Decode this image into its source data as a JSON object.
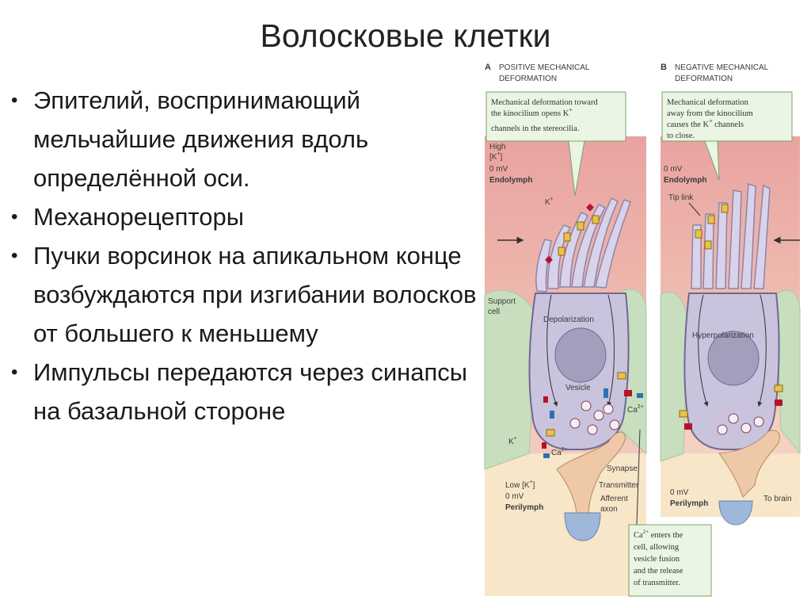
{
  "title": "Волосковые клетки",
  "bullets": [
    "Эпителий, воспринимающий мельчайшие движения вдоль определённой оси.",
    "Механорецепторы",
    "Пучки ворсинок на апикальном конце возбуждаются при изгибании волосков от большего к меньшему",
    "Импульсы передаются через синапсы на базальной стороне"
  ],
  "figure": {
    "panel_a": {
      "letter": "A",
      "heading": [
        "POSITIVE MECHANICAL",
        "DEFORMATION"
      ],
      "note": [
        "Mechanical deformation toward",
        "the kinocilium opens K",
        "channels in the stereocilia."
      ],
      "high_k": [
        "High",
        "[K",
        "]"
      ],
      "mv_top": "0 mV",
      "endolymph": "Endolymph",
      "k_label": "K",
      "support_cell": [
        "Support",
        "cell"
      ],
      "depolarization": "Depolarization",
      "vesicle": "Vesicle",
      "ca_right": "Ca",
      "k_bottom": "K",
      "ca_bottom": "Ca",
      "synapse": "Synapse",
      "transmitter": "Transmitter",
      "afferent": [
        "Afferent",
        "axon"
      ],
      "low_k": [
        "Low [K",
        "]"
      ],
      "mv_bottom": "0 mV",
      "perilymph": "Perilymph",
      "ca_note": [
        "Ca",
        " enters the",
        "cell, allowing",
        "vesicle fusion",
        "and the release",
        "of transmitter."
      ]
    },
    "panel_b": {
      "letter": "B",
      "heading": [
        "NEGATIVE MECHANICAL",
        "DEFORMATION"
      ],
      "note": [
        "Mechanical deformation",
        "away from the kinocilium",
        "causes the K",
        " channels",
        "to close."
      ],
      "mv_top": "0 mV",
      "endolymph": "Endolymph",
      "tip_link": "Tip link",
      "hyperpolarization": "Hyperpolarization",
      "mv_bottom": "0 mV",
      "perilymph": "Perilymph",
      "to_brain": "To brain"
    },
    "plus": "+",
    "two_plus": "2+",
    "colors": {
      "endolymph_top": "#e9a3a0",
      "endolymph_bottom": "#f6dcc8",
      "perilymph": "#f7e6c8",
      "cell_body": "#c9c3dd",
      "nucleus": "#a49dbb",
      "support_cell": "#c7dfbf",
      "afferent_axon": "#efc9a7",
      "note_fill": "#eaf5e3",
      "channel_open": "#e8c24a",
      "ion_red": "#b3142c",
      "ion_blue": "#2f6fb7"
    }
  }
}
